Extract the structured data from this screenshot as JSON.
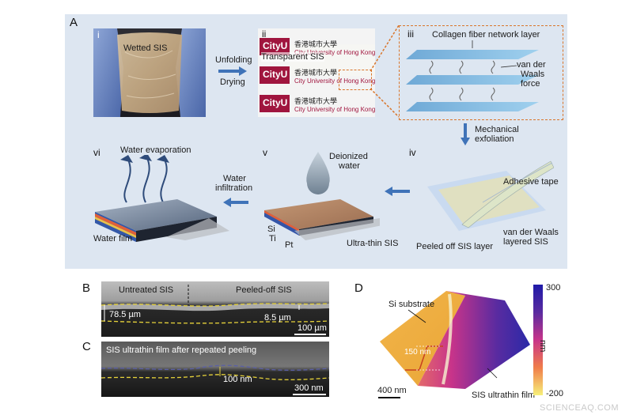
{
  "panel_a": {
    "letter": "A",
    "i": {
      "num": "i",
      "label": "Wetted SIS"
    },
    "unfold": {
      "line1": "Unfolding",
      "line2": "Drying"
    },
    "ii": {
      "num": "ii",
      "label": "Transparent SIS",
      "chinese": "香港城市大學",
      "english": "City University of Hong Kong",
      "logo": "CityU"
    },
    "iii": {
      "num": "iii",
      "top": "Collagen fiber network layer",
      "vdw1": "van der",
      "vdw2": "Waals",
      "vdw3": "force"
    },
    "mech": {
      "line1": "Mechanical",
      "line2": "exfoliation"
    },
    "iv": {
      "num": "iv",
      "tape": "Adhesive tape",
      "peeled": "Peeled off SIS layer",
      "layered1": "van der Waals",
      "layered2": "layered SIS"
    },
    "v": {
      "num": "v",
      "water1": "Deionized",
      "water2": "water",
      "si": "Si",
      "ti": "Ti",
      "pt": "Pt",
      "ultra": "Ultra-thin SIS"
    },
    "infil": {
      "line1": "Water",
      "line2": "infiltration"
    },
    "vi": {
      "num": "vi",
      "evap": "Water evaporation",
      "film": "Water film"
    }
  },
  "panel_b": {
    "letter": "B",
    "untreated": "Untreated SIS",
    "peeled": "Peeled-off SIS",
    "t1": "78.5 µm",
    "t2": "8.5 µm",
    "scale": "100 µm"
  },
  "panel_c": {
    "letter": "C",
    "title": "SIS ultrathin film after repeated peeling",
    "t": "100 nm",
    "scale": "300 nm"
  },
  "panel_d": {
    "letter": "D",
    "si": "Si substrate",
    "film": "SIS ultrathin film",
    "step": "150 nm",
    "scale": "400 nm",
    "cmax": "300",
    "cmin": "-200",
    "unit": "nm"
  },
  "watermark": "SCIENCEAQ.COM",
  "colors": {
    "panel_bg": "#dde6f1",
    "arrow": "#3f73b8",
    "dashed_orange": "#d9752a",
    "dashed_yellow": "#e6d23a"
  }
}
